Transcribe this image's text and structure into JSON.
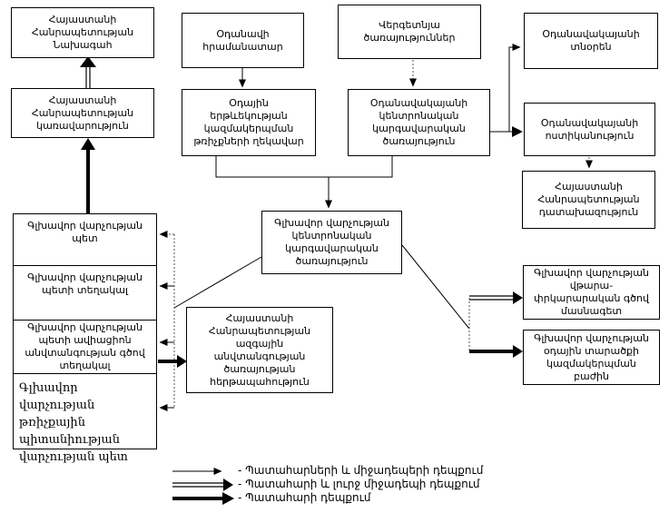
{
  "diagram": {
    "title": "Aviation accident notification scheme (Armenia)",
    "colors": {
      "line": "#000000",
      "dotted_line": "#555555",
      "background": "#ffffff",
      "box_border": "#000000"
    },
    "boxes": {
      "president": {
        "label": "Հայաստանի\nՀանրապետության\nՆախագահ"
      },
      "government": {
        "label": "Հայաստանի\nՀանրապետության\nկառավարություն"
      },
      "aircraft_commander": {
        "label": "Օդանավի\nհրամանատար"
      },
      "flight_manager": {
        "label": "Օդային\nերթևեկության\nկազմակերպման\nթռիչքների ղեկավար"
      },
      "ground_services": {
        "label": "Վերգետնյա\nծառայություններ"
      },
      "airport_dispatch": {
        "label": "Օդանավակայանի\nկենտրոնական\nկարգավարական\nծառայություն"
      },
      "airport_director": {
        "label": "Օդանավակայանի\nտնօրեն"
      },
      "airport_police": {
        "label": "Օդանավակայանի\nոստիկանություն"
      },
      "prosecutor": {
        "label": "Հայաստանի\nՀանրապետության\nդատախազություն"
      },
      "hq_dispatch": {
        "label": "Գլխավոր վարչության\nկենտրոնական\nկարգավարական\nծառայություն"
      },
      "hq_chief": {
        "label": "Գլխավոր վարչության\nպետ"
      },
      "hq_deputy": {
        "label": "Գլխավոր վարչության\nպետի տեղակալ"
      },
      "hq_security_deputy": {
        "label": "Գլխավոր վարչության\nպետի ավիացիոն\nանվտանգության գծով\nտեղակալ"
      },
      "hq_airworthiness": {
        "label": "Գլխավոր վարչության\nթռիչքային\nպիտանիության\nվարչության պետ"
      },
      "nss_duty": {
        "label": "Հայաստանի\nՀանրապետության\nազգային\nանվտանգության\nծառայության\nհերթապահություն"
      },
      "hq_rescue": {
        "label": "Գլխավոր վարչության\nվթարա-\nփրկարարական գծով\nմասնագետ"
      },
      "hq_airspace": {
        "label": "Գլխավոր վարչության\nօդային տարածքի\nկազմակերպման\nբաժին"
      }
    },
    "legend": {
      "items": [
        {
          "style": "thin",
          "label": "- Պատահարների և միջադեպերի դեպքում"
        },
        {
          "style": "double",
          "label": "- Պատահարի և լուրջ միջադեպի դեպքում"
        },
        {
          "style": "thick",
          "label": "- Պատահարի դեպքում"
        }
      ]
    },
    "connections": [
      {
        "from": "aircraft_commander",
        "to": "flight_manager",
        "style": "thin"
      },
      {
        "from": "ground_services",
        "to": "airport_dispatch",
        "style": "dotted"
      },
      {
        "from": "flight_manager",
        "to": "hq_dispatch",
        "style": "thin"
      },
      {
        "from": "airport_dispatch",
        "to": "hq_dispatch",
        "style": "thin"
      },
      {
        "from": "airport_dispatch",
        "to": "airport_director",
        "style": "thin"
      },
      {
        "from": "airport_dispatch",
        "to": "airport_police",
        "style": "thin"
      },
      {
        "from": "airport_police",
        "to": "prosecutor",
        "style": "dotted"
      },
      {
        "from": "hq_dispatch",
        "to": "hq_chief",
        "style": "thin"
      },
      {
        "from": "hq_dispatch",
        "to": "hq_deputy",
        "style": "thin"
      },
      {
        "from": "hq_dispatch",
        "to": "hq_security_deputy",
        "style": "thin"
      },
      {
        "from": "hq_dispatch",
        "to": "hq_airworthiness",
        "style": "thin"
      },
      {
        "from": "hq_dispatch",
        "to": "hq_rescue",
        "style": "double"
      },
      {
        "from": "hq_dispatch",
        "to": "hq_airspace",
        "style": "thick"
      },
      {
        "from": "hq_security_deputy",
        "to": "nss_duty",
        "style": "thick"
      },
      {
        "from": "hq_chief",
        "to": "government",
        "style": "thick"
      },
      {
        "from": "government",
        "to": "president",
        "style": "double"
      }
    ]
  }
}
